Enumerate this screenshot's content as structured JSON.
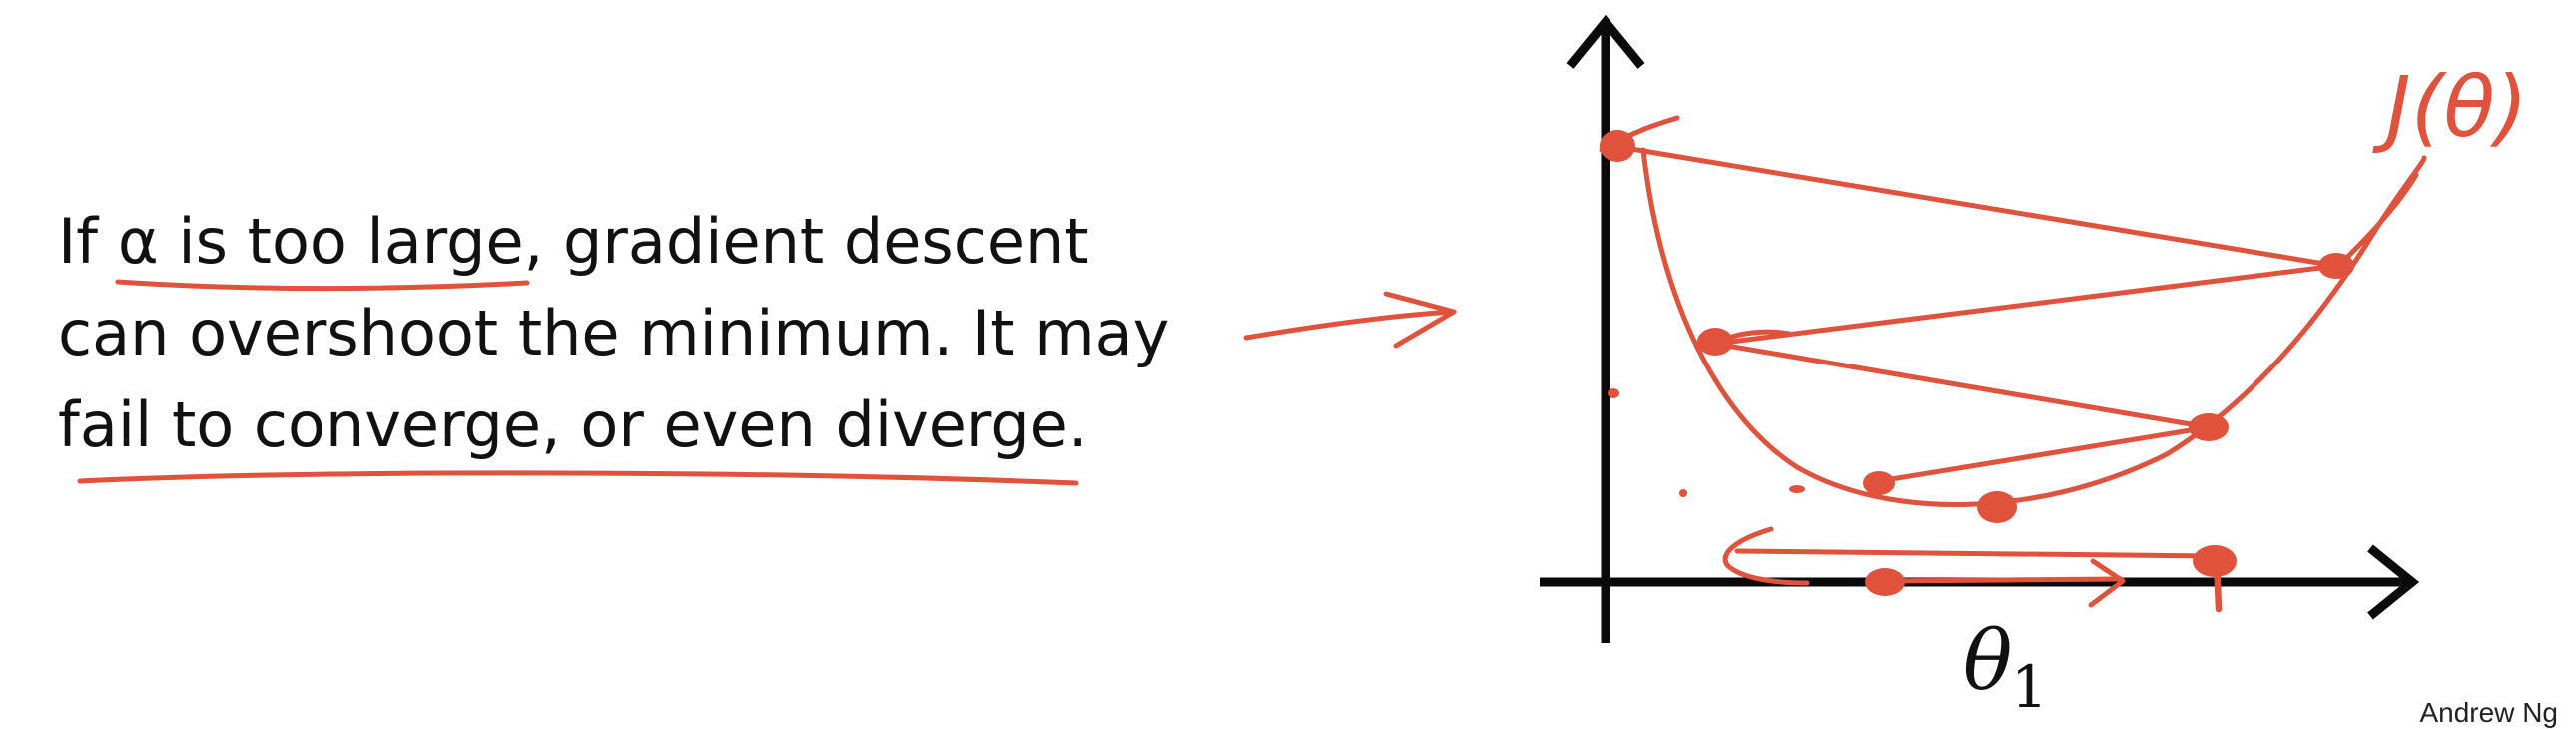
{
  "text": {
    "line1": "If α is too large, gradient descent",
    "line2": "can overshoot the minimum. It may",
    "line3": "fail to converge, or even diverge."
  },
  "diagram": {
    "x_axis_label": "θ",
    "x_axis_subscript": "1",
    "curve_label": "J(θ)"
  },
  "credit": "Andrew Ng",
  "colors": {
    "ink": "#e0523c",
    "axis": "#0a0a0a",
    "text": "#111111"
  }
}
